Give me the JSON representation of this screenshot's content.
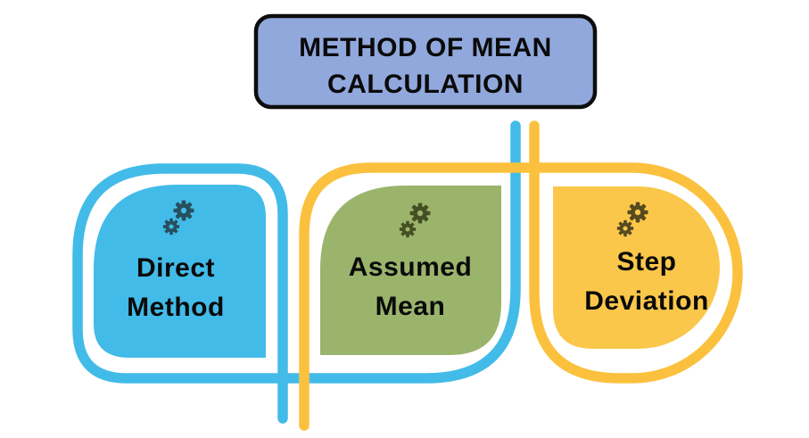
{
  "title": {
    "line1": "METHOD OF MEAN",
    "line2": "CALCULATION"
  },
  "methods": [
    {
      "name": "Direct Method",
      "line1": "Direct",
      "line2": "Method",
      "fill_color": "#42BBE8",
      "gear_color": "#27505F",
      "icon": "gears-icon"
    },
    {
      "name": "Assumed Mean",
      "line1": "Assumed",
      "line2": "Mean",
      "fill_color": "#9AB46C",
      "gear_color": "#454F23",
      "icon": "gears-icon"
    },
    {
      "name": "Step Deviation",
      "line1": "Step",
      "line2": "Deviation",
      "fill_color": "#FAC74A",
      "gear_color": "#564A20",
      "icon": "gears-icon"
    }
  ],
  "colors": {
    "background": "#FFFFFF",
    "c-blue": "#42BBE8",
    "c-green": "#9AB46C",
    "c-yellow": "#FAC74A",
    "c-yellow-line": "#FBC13E",
    "c-title-fill": "#91A8DC",
    "c-border": "#0D0D0D",
    "c-text": "#0A0A0A",
    "c-gear-blue": "#27505F",
    "c-gear-green": "#454F23",
    "c-gear-yellow": "#564A20"
  }
}
